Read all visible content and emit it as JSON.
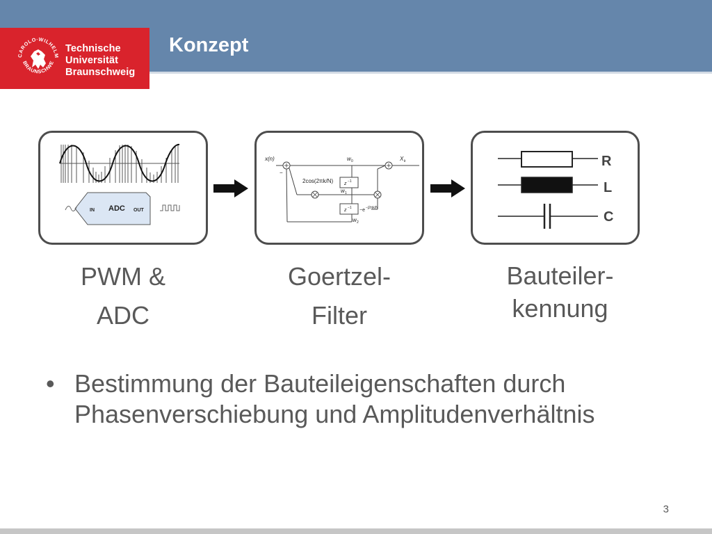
{
  "header": {
    "title": "Konzept",
    "bar_color": "#6586ab"
  },
  "logo": {
    "line1": "Technische",
    "line2": "Universität",
    "line3": "Braunschweig",
    "seal_text": "CAROLO-WILHELMINA · BRAUNSCHWEIG",
    "color": "#d9232c"
  },
  "panels": {
    "pwm": {
      "adc_label": "ADC",
      "in_label": "IN",
      "out_label": "OUT",
      "caption_line1": "PWM &",
      "caption_line2": "ADC"
    },
    "goertzel": {
      "input_label": "x(n)",
      "output_label": "X",
      "output_sub": "k",
      "w0": "w",
      "w0_sub": "0",
      "w1": "w",
      "w1_sub": "1",
      "w2": "w",
      "w2_sub": "2",
      "delay": "z",
      "delay_exp": "−1",
      "minus_sign": "−",
      "coef": "2cos(2πk/N)",
      "twiddle": "−e",
      "twiddle_exp": "−j2πk/N",
      "caption_line1": "Goertzel-",
      "caption_line2": "Filter"
    },
    "parts": {
      "r_label": "R",
      "l_label": "L",
      "c_label": "C",
      "caption_line1": "Bauteiler-",
      "caption_line2": "kennung"
    }
  },
  "bullets": [
    "Bestimmung der Bauteileigenschaften durch Phasenverschiebung und Amplitudenverhältnis"
  ],
  "bullet_symbol": "•",
  "page_number": "3"
}
